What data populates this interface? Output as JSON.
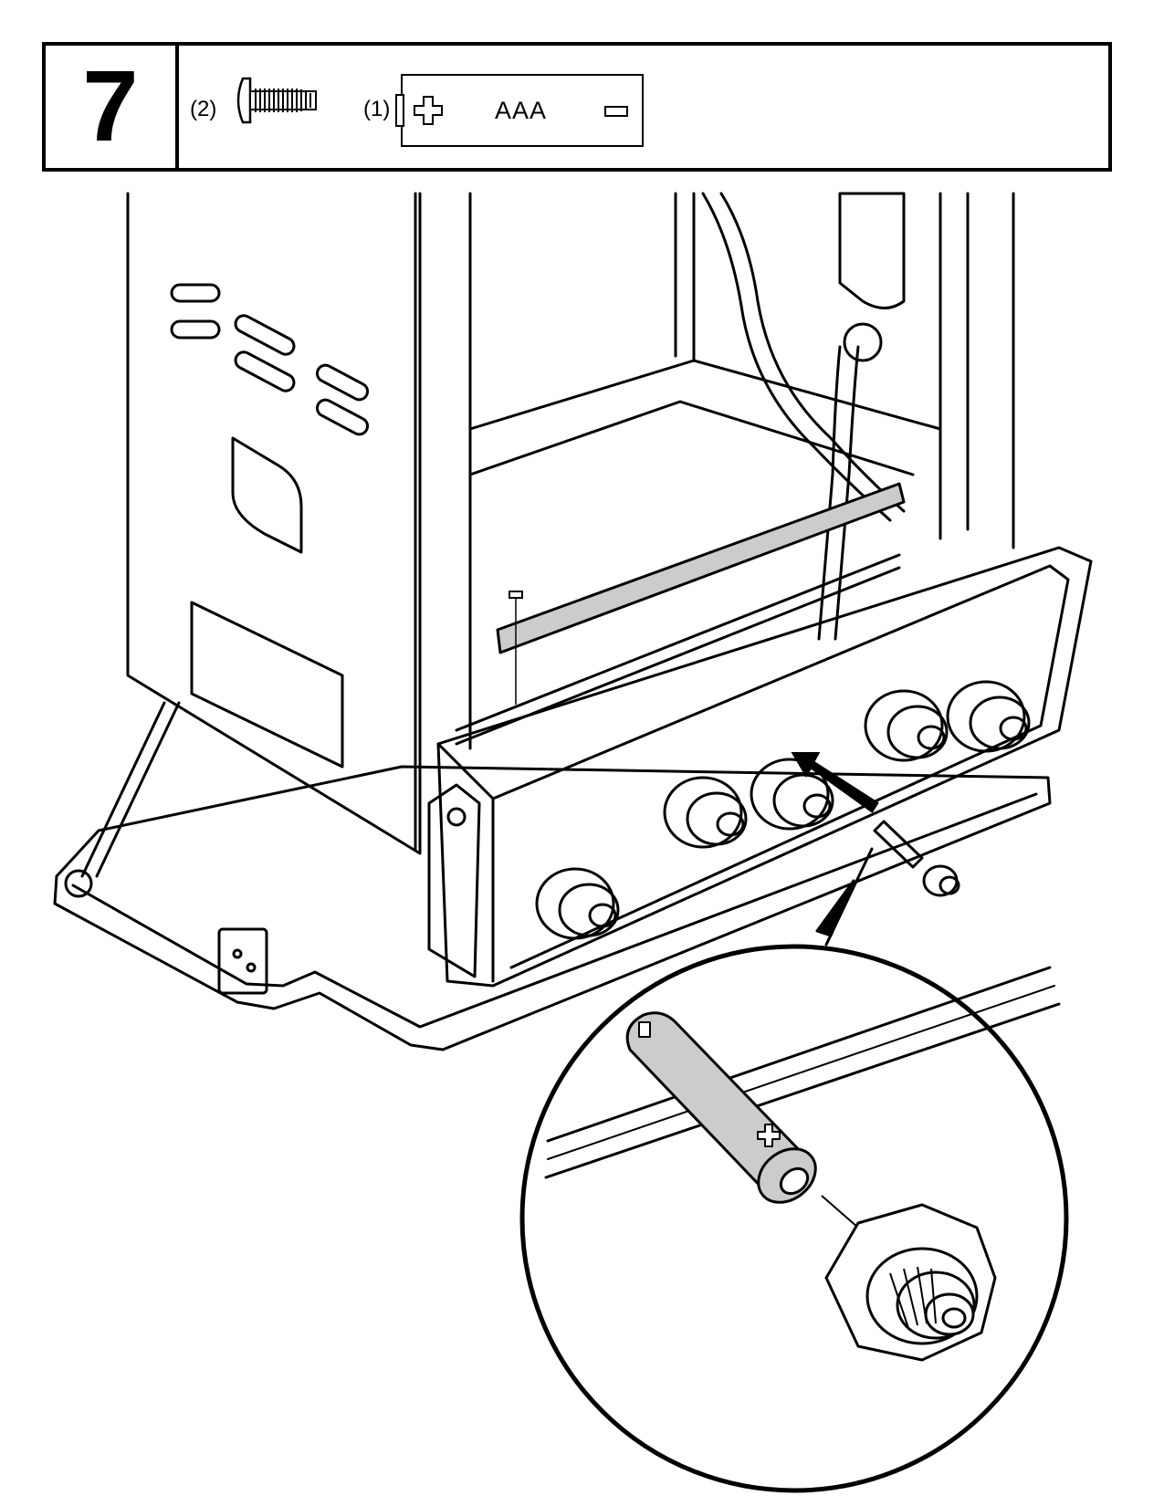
{
  "step": {
    "number": "7"
  },
  "parts": {
    "screw": {
      "quantity": "(2)",
      "icon": "screw-icon"
    },
    "battery": {
      "quantity": "(1)",
      "label": "AAA",
      "plus_icon": "plus-icon",
      "minus_icon": "minus-icon"
    }
  },
  "illustration": {
    "main": "grill-cabinet-assembly",
    "detail": "battery-insertion-detail-circle",
    "highlight_color": "#cccccc",
    "line_color": "#000000"
  }
}
